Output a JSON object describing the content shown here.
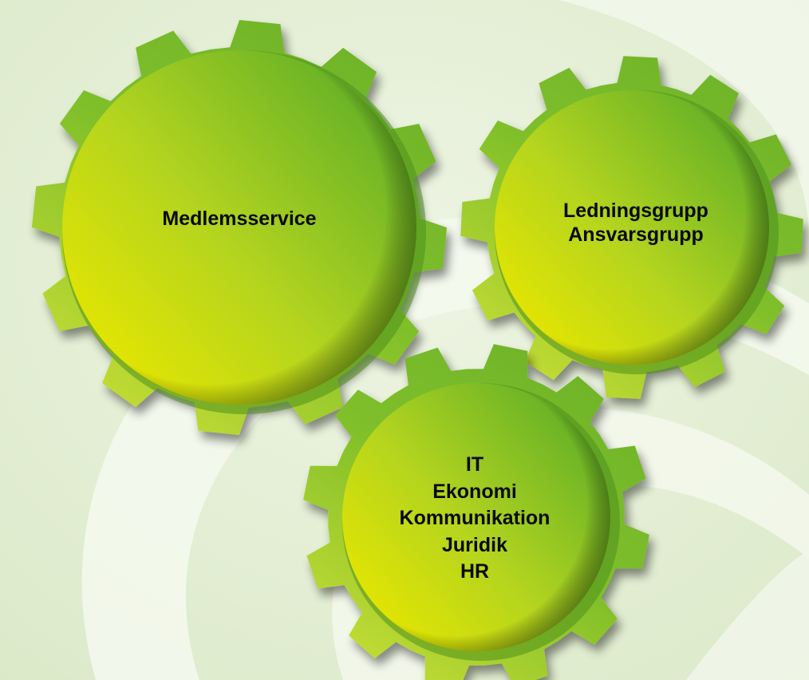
{
  "colors": {
    "background": "#e4efd6",
    "swoosh": "#f4f8ee",
    "gear_light": "#e6e600",
    "gear_mid": "#b3d41f",
    "gear_dark": "#5fae27",
    "gear_rim": "#7fbf2a",
    "text": "#0a0a0a"
  },
  "gears": [
    {
      "id": "medlemsservice",
      "lines": [
        "Medlemsservice"
      ]
    },
    {
      "id": "ledning",
      "lines": [
        "Ledningsgrupp",
        "Ansvarsgrupp"
      ]
    },
    {
      "id": "stod",
      "lines": [
        "IT",
        "Ekonomi",
        "Kommunikation",
        "Juridik",
        "HR"
      ]
    }
  ]
}
